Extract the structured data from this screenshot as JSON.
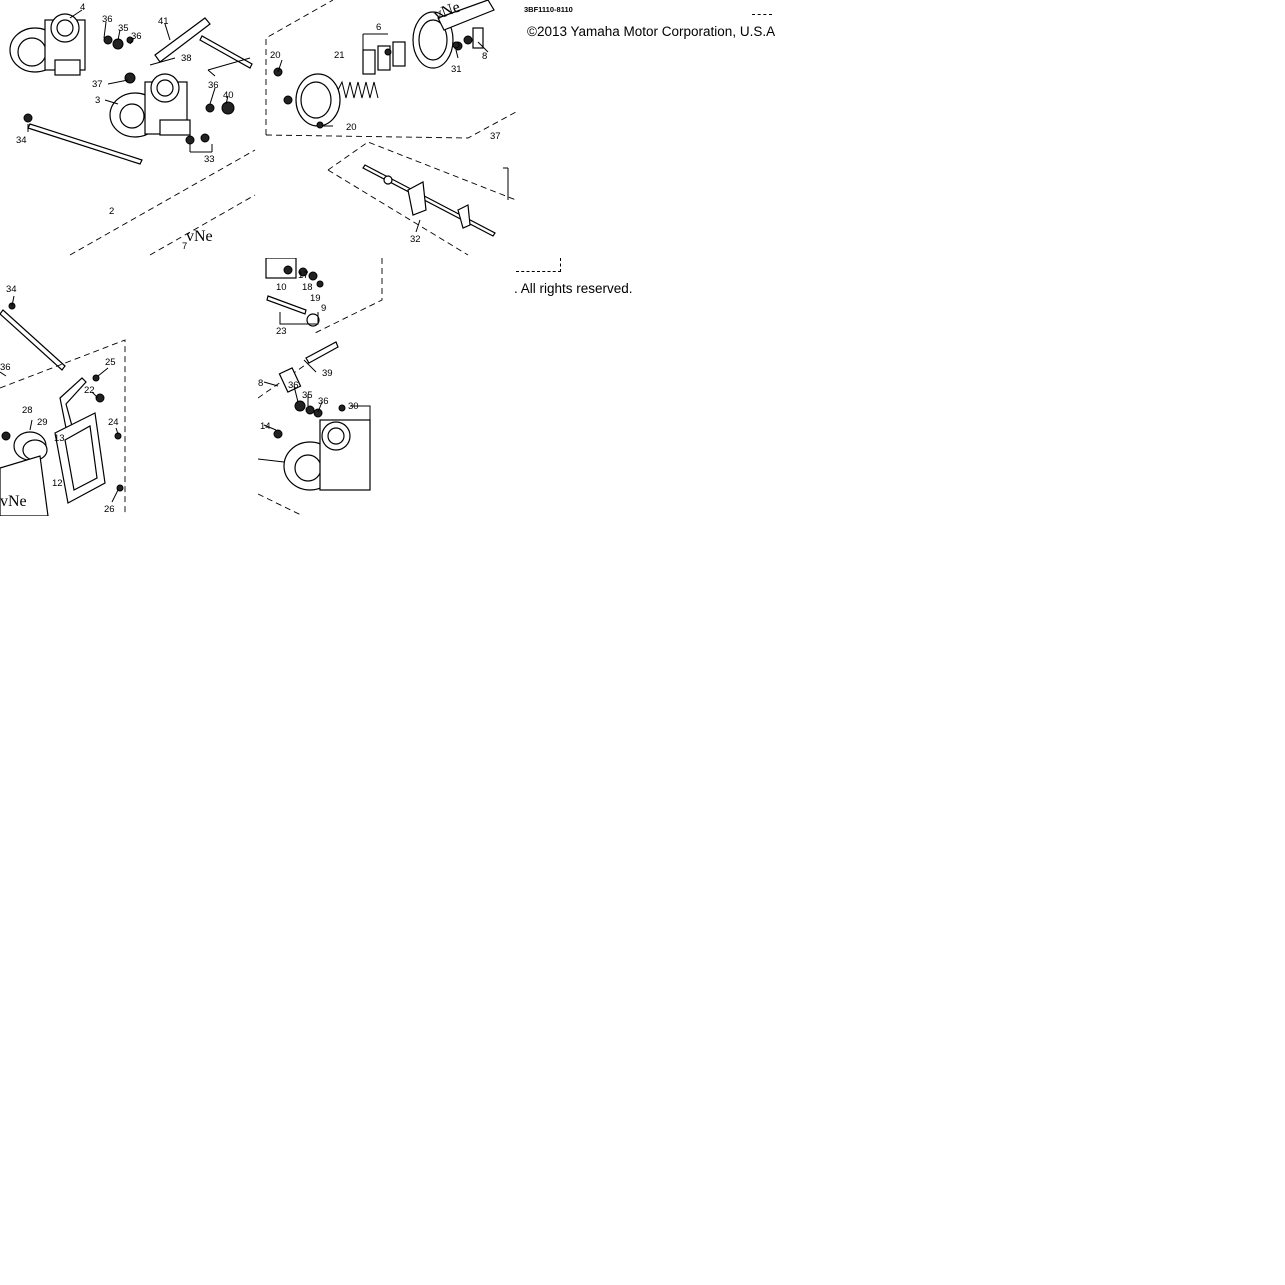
{
  "diagram": {
    "part_code": "3BF1110-8110",
    "copyright_line_1": "©2013 Yamaha Motor Corporation, U.S.A",
    "copyright_line_2": ". All rights reserved.",
    "watermark_text": "vNe",
    "watermark_text_2": "vNe",
    "watermark_text_3": "vNe",
    "callouts": {
      "t1": [
        "4",
        "36",
        "35",
        "36",
        "41",
        "38",
        "37",
        "3",
        "36",
        "40",
        "34",
        "33",
        "2",
        "7"
      ],
      "t2": [
        "6",
        "20",
        "21",
        "31",
        "8",
        "20",
        "37",
        "32"
      ],
      "t3": [
        "34",
        "36",
        "25",
        "22",
        "28",
        "29",
        "24",
        "13",
        "12",
        "26"
      ],
      "t4": [
        "17",
        "18",
        "10",
        "19",
        "9",
        "23",
        "39",
        "8",
        "36",
        "35",
        "36",
        "30",
        "14"
      ]
    }
  }
}
